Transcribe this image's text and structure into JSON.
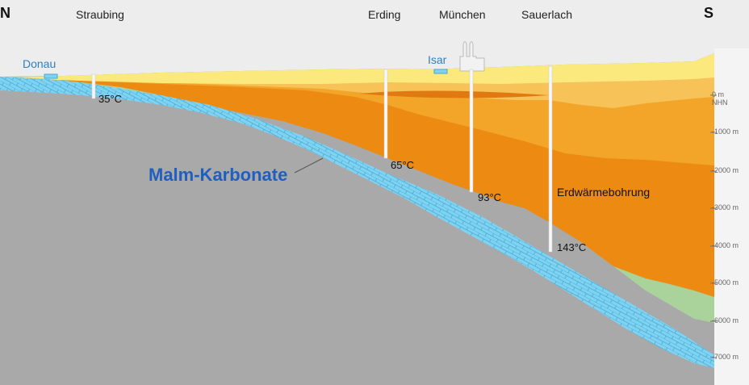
{
  "compass": {
    "north": "N",
    "south": "S"
  },
  "cities": {
    "straubing": "Straubing",
    "erding": "Erding",
    "muenchen": "München",
    "sauerlach": "Sauerlach"
  },
  "rivers": {
    "donau": "Donau",
    "isar": "Isar"
  },
  "formations": {
    "malm": "Malm-Karbonate"
  },
  "wells": {
    "straubing_temp": "35°C",
    "erding_temp": "65°C",
    "muenchen_temp": "93°C",
    "sauerlach_temp": "143°C",
    "sauerlach_label": "Erdwärmebohrung"
  },
  "depth_scale": {
    "zero": "0 m",
    "zero_ref": "NHN",
    "d1": "-1000 m",
    "d2": "-2000 m",
    "d3": "-3000 m",
    "d4": "-4000 m",
    "d5": "-5000 m",
    "d6": "-6000 m",
    "d7": "-7000 m"
  },
  "colors": {
    "basement": "#a9a9a9",
    "malm": "#7fd3f2",
    "green_layer": "#a9d39a",
    "orange_dark": "#ec8a12",
    "orange": "#f3a52a",
    "orange_light": "#f7c257",
    "yellow": "#fbe97e",
    "label_blue": "#1f5fbf"
  }
}
